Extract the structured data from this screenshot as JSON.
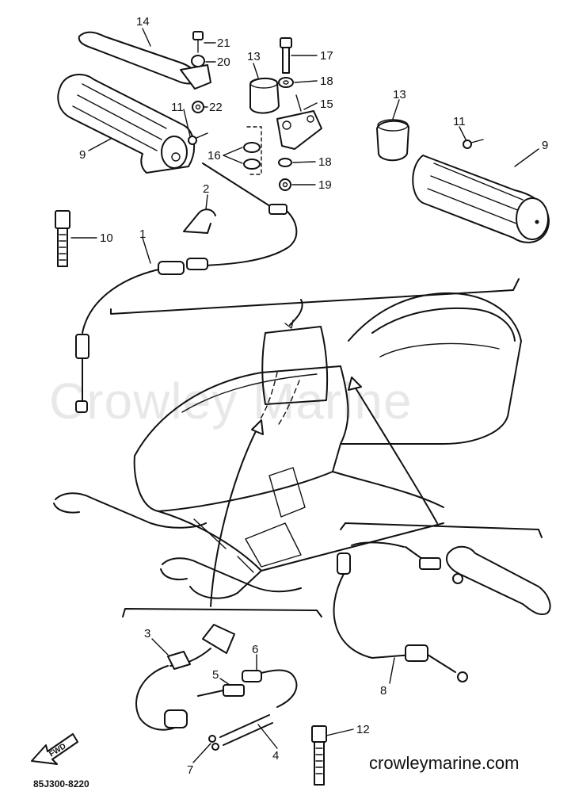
{
  "watermark": "Crowley Marine",
  "website": "crowleymarine.com",
  "diagram_code": "85J300-8220",
  "fwd_label": "FWD",
  "callouts": {
    "c1": "1",
    "c2": "2",
    "c3": "3",
    "c4": "4",
    "c5": "5",
    "c6": "6",
    "c7": "7",
    "c8": "8",
    "c9a": "9",
    "c9b": "9",
    "c10": "10",
    "c11a": "11",
    "c11b": "11",
    "c12": "12",
    "c13a": "13",
    "c13b": "13",
    "c14": "14",
    "c15": "15",
    "c16": "16",
    "c17": "17",
    "c18a": "18",
    "c18b": "18",
    "c19": "19",
    "c20": "20",
    "c21": "21",
    "c22": "22"
  }
}
